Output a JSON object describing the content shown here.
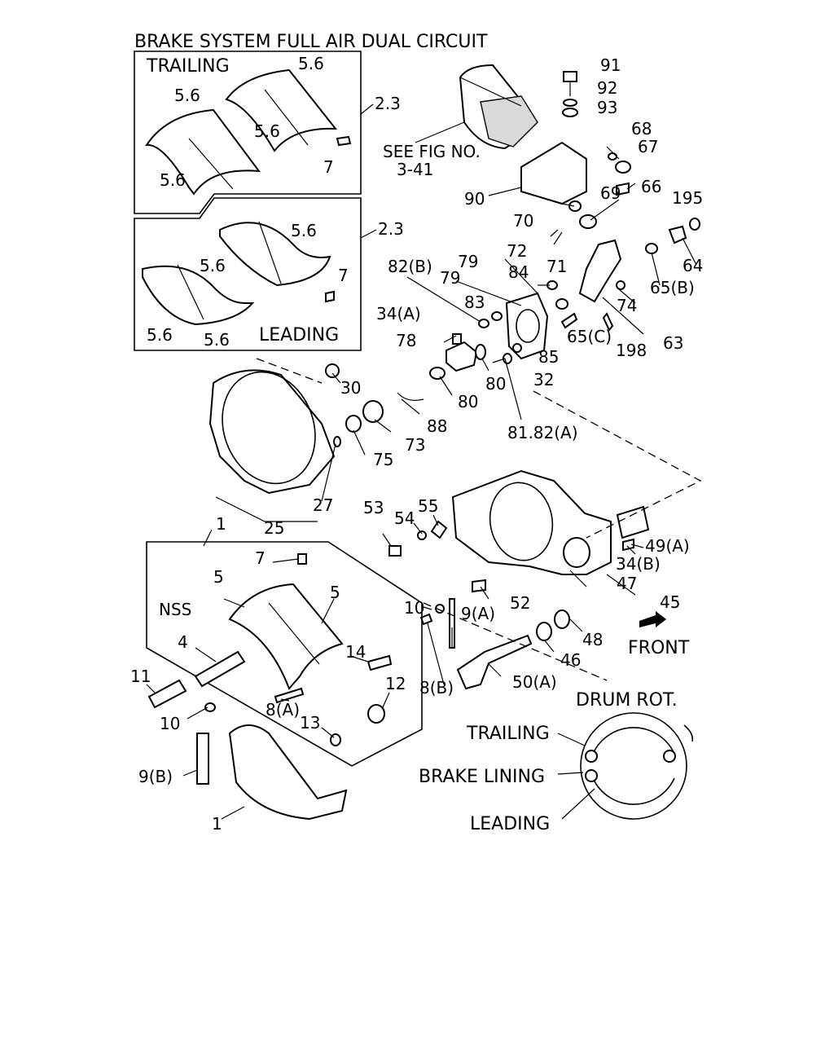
{
  "title": "BRAKE SYSTEM FULL AIR DUAL CIRCUIT",
  "inset_top": {
    "label": "TRAILING"
  },
  "inset_bottom": {
    "label": "LEADING"
  },
  "see_fig": {
    "line1": "SEE FIG NO.",
    "line2": "3-41"
  },
  "drum_legend": {
    "rotation": "DRUM ROT.",
    "trailing": "TRAILING",
    "brake_lining": "BRAKE LINING",
    "leading": "LEADING"
  },
  "front": "FRONT",
  "nss": "NSS",
  "callouts": [
    "5.6",
    "5.6",
    "5.6",
    "5.6",
    "2.3",
    "7",
    "5.6",
    "5.6",
    "2.3",
    "7",
    "5.6",
    "5.6",
    "91",
    "92",
    "93",
    "68",
    "67",
    "90",
    "66",
    "195",
    "69",
    "70",
    "72",
    "71",
    "64",
    "82(B)",
    "79",
    "79",
    "84",
    "65(B)",
    "83",
    "74",
    "34(A)",
    "78",
    "85",
    "65(C)",
    "198",
    "63",
    "80",
    "32",
    "80",
    "88",
    "81.82(A)",
    "30",
    "73",
    "75",
    "27",
    "25",
    "53",
    "54",
    "55",
    "49(A)",
    "34(B)",
    "47",
    "45",
    "7",
    "5",
    "5",
    "1",
    "10",
    "9(A)",
    "52",
    "48",
    "46",
    "14",
    "12",
    "8(B)",
    "50(A)",
    "4",
    "11",
    "8(A)",
    "10",
    "13",
    "9(B)",
    "1"
  ]
}
